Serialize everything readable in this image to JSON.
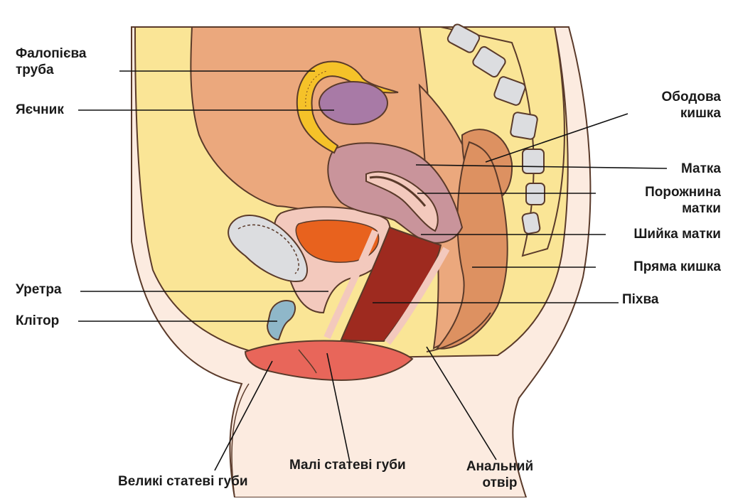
{
  "labels": {
    "fallopian_tube": [
      "Фалопієва",
      "труба"
    ],
    "ovary": "Яєчник",
    "urethra": "Уретра",
    "clitoris": "Клітор",
    "colon": [
      "Ободова",
      "кишка"
    ],
    "uterus": "Матка",
    "uterine_cavity": [
      "Порожнина",
      "матки"
    ],
    "cervix": "Шийка матки",
    "rectum": "Пряма кишка",
    "vagina": "Піхва",
    "labia_majora": "Великі статеві губи",
    "labia_minora": "Малі статеві губи",
    "anus": [
      "Анальний",
      "отвір"
    ]
  },
  "colors": {
    "skin": "#fcebe0",
    "fat": "#fae596",
    "cavity": "#eba87d",
    "uterus": "#c9949b",
    "ovary": "#a87aa6",
    "tube": "#f5c229",
    "bladder_urine": "#e8621e",
    "vagina": "#9e2a1f",
    "vulva": "#e8665a",
    "rectum": "#dd9161",
    "bone": "#dcdde0",
    "clitoris": "#8fb7c9"
  }
}
